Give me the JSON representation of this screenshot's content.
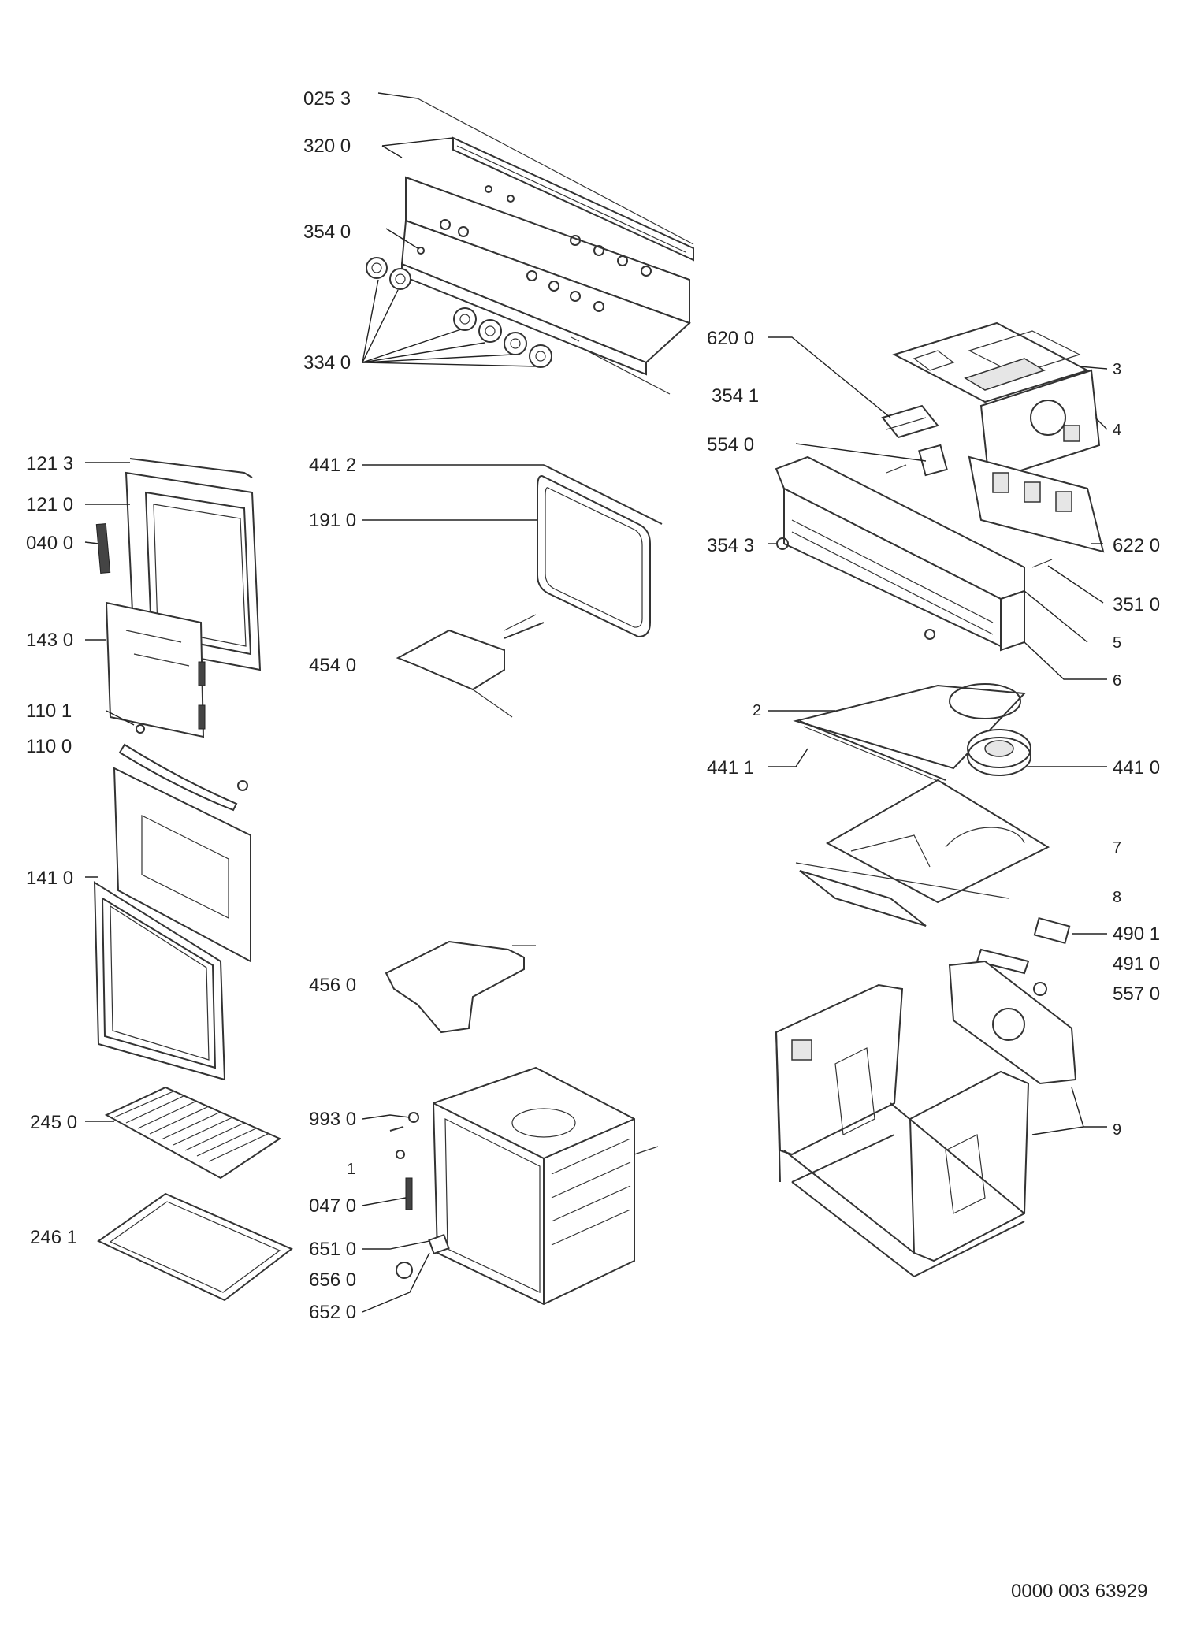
{
  "labels": {
    "l_025_3": "025 3",
    "l_320_0": "320 0",
    "l_354_0": "354 0",
    "l_334_0": "334 0",
    "l_620_0": "620 0",
    "l_354_1": "354 1",
    "l_554_0": "554 0",
    "l_354_3": "354 3",
    "l_622_0": "622 0",
    "l_351_0": "351 0",
    "l_3": "3",
    "l_4": "4",
    "l_5": "5",
    "l_6": "6",
    "l_2": "2",
    "l_441_1": "441 1",
    "l_441_0": "441 0",
    "l_7": "7",
    "l_8": "8",
    "l_490_1": "490 1",
    "l_491_0": "491 0",
    "l_557_0": "557 0",
    "l_9": "9",
    "l_121_3": "121 3",
    "l_121_0": "121 0",
    "l_040_0": "040 0",
    "l_143_0": "143 0",
    "l_110_1": "110 1",
    "l_110_0": "110 0",
    "l_141_0": "141 0",
    "l_245_0": "245 0",
    "l_246_1": "246 1",
    "l_441_2": "441 2",
    "l_191_0": "191 0",
    "l_454_0": "454 0",
    "l_456_0": "456 0",
    "l_993_0": "993 0",
    "l_1": "1",
    "l_047_0": "047 0",
    "l_651_0": "651 0",
    "l_656_0": "656 0",
    "l_652_0": "652 0"
  },
  "doc_number": "0000 003 63929"
}
